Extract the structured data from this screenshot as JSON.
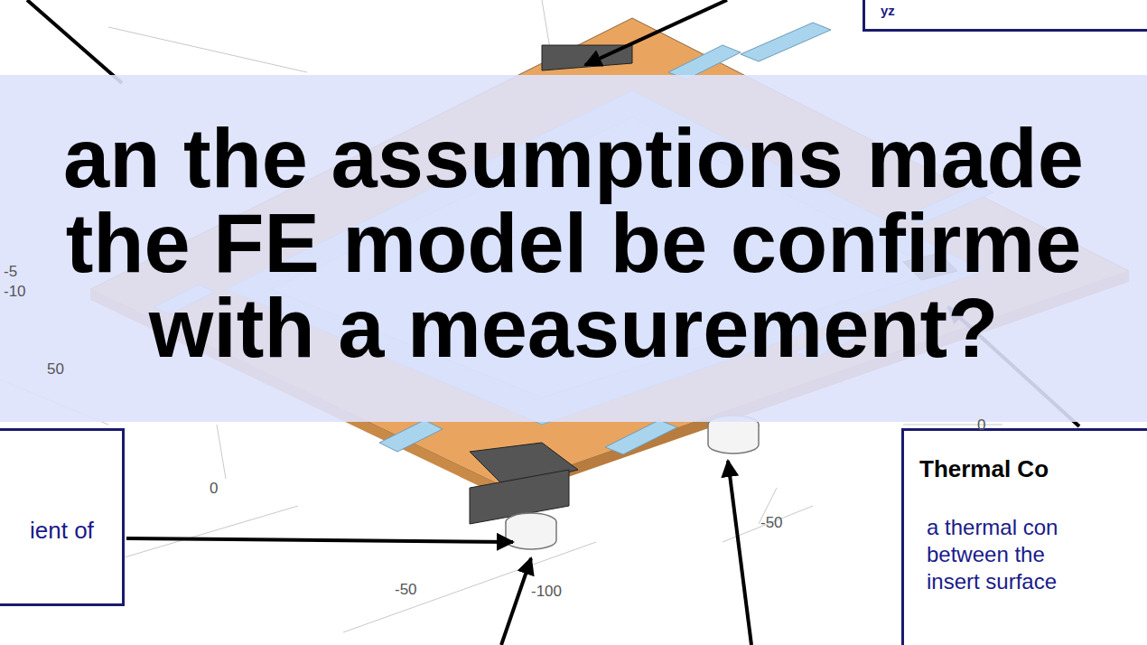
{
  "diagram": {
    "nodes": [
      {
        "text": [
          "yz"
        ]
      },
      {
        "text": [
          "an the assumptions made the FE model be confirme with a measurement?"
        ]
      },
      {
        "text": [
          "ient of"
        ]
      },
      {
        "text": [
          "Thermal Co",
          "a thermal con between the insert surface"
        ]
      }
    ],
    "labels": [
      "-5",
      "-10",
      "50",
      "0",
      "0",
      "-50",
      "-50",
      "-100"
    ]
  }
}
